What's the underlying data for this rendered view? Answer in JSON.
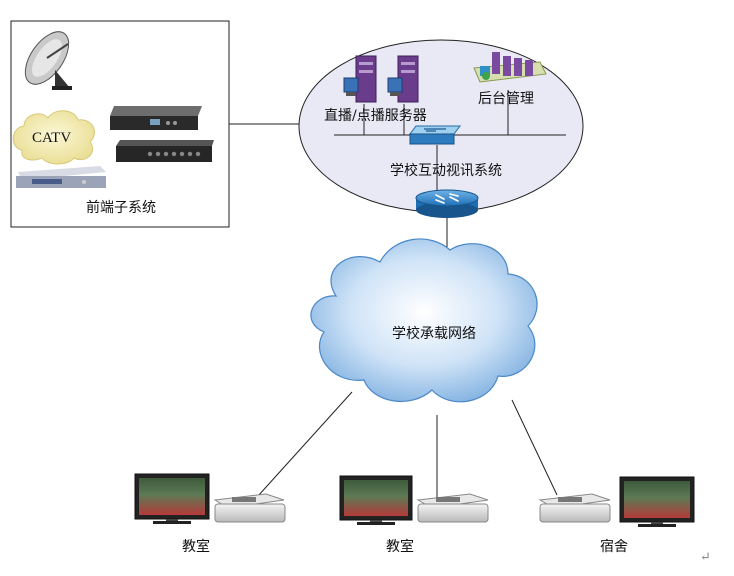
{
  "frontend": {
    "label": "前端子系统",
    "catv": "CATV"
  },
  "campus_system": {
    "label": "学校互动视讯系统",
    "server_label": "直播/点播服务器",
    "admin_label": "后台管理"
  },
  "network": {
    "label": "学校承载网络"
  },
  "endpoints": [
    {
      "label": "教室"
    },
    {
      "label": "教室"
    },
    {
      "label": "宿舍"
    }
  ],
  "paragraph_mark": "↵"
}
